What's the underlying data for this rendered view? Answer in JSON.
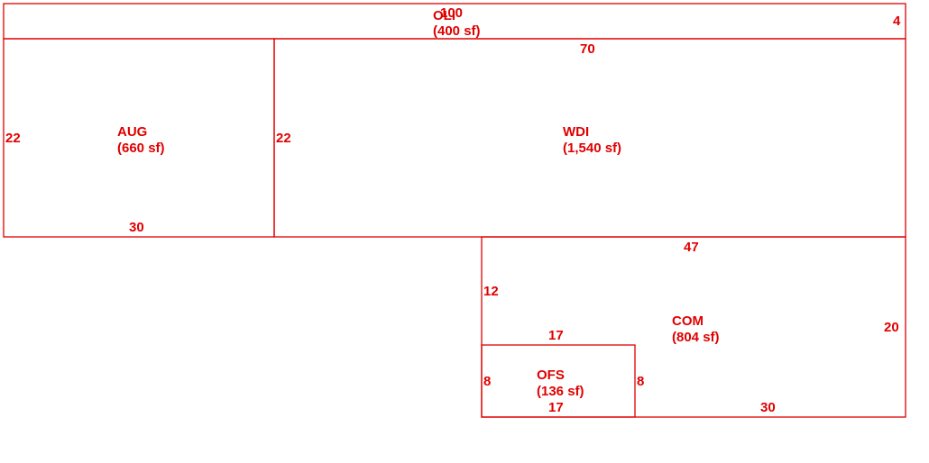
{
  "colors": {
    "line": "#e00000",
    "text": "#e00000",
    "background": "#ffffff"
  },
  "rooms": [
    {
      "id": "oli",
      "code": "OLI",
      "area": "(400 sf)",
      "dims": {
        "top": "",
        "right": "4",
        "bottom": "100",
        "left": ""
      }
    },
    {
      "id": "aug",
      "code": "AUG",
      "area": "(660 sf)",
      "dims": {
        "top": "",
        "right": "",
        "bottom": "30",
        "left": "22"
      }
    },
    {
      "id": "wdi",
      "code": "WDI",
      "area": "(1,540 sf)",
      "dims": {
        "top": "70",
        "right": "",
        "bottom": "",
        "left": "22"
      }
    },
    {
      "id": "com",
      "code": "COM",
      "area": "(804 sf)",
      "dims": {
        "top": "47",
        "right": "20",
        "bottom": "30",
        "left": "12"
      }
    },
    {
      "id": "ofs",
      "code": "OFS",
      "area": "(136 sf)",
      "dims": {
        "top": "17",
        "right": "8",
        "bottom": "17",
        "left": "8"
      }
    }
  ]
}
